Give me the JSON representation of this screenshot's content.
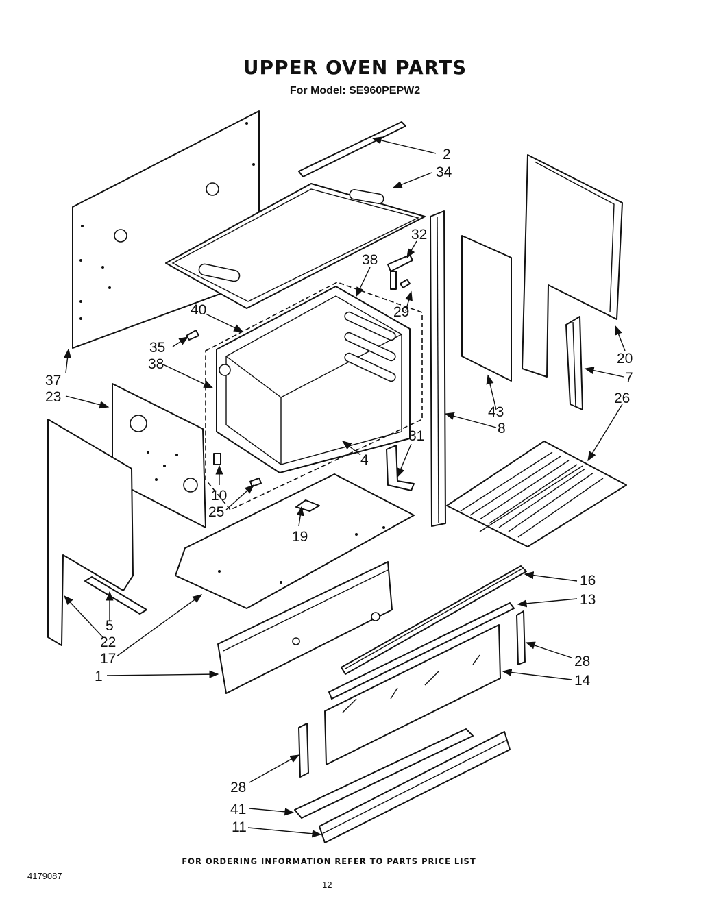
{
  "header": {
    "title": "UPPER OVEN PARTS",
    "subtitle": "For Model: SE960PEPW2"
  },
  "callouts": {
    "c2": "2",
    "c34": "34",
    "c32": "32",
    "c38a": "38",
    "c29": "29",
    "c40": "40",
    "c35": "35",
    "c38b": "38",
    "c20": "20",
    "c7": "7",
    "c37": "37",
    "c23": "23",
    "c26": "26",
    "c43": "43",
    "c8": "8",
    "c31": "31",
    "c4": "4",
    "c10": "10",
    "c25": "25",
    "c19": "19",
    "c16": "16",
    "c13": "13",
    "c5": "5",
    "c22": "22",
    "c17": "17",
    "c28a": "28",
    "c14": "14",
    "c1": "1",
    "c28b": "28",
    "c41": "41",
    "c11": "11"
  },
  "footer": {
    "note": "FOR ORDERING INFORMATION REFER TO PARTS PRICE LIST",
    "doc_number": "4179087",
    "page_number": "12"
  }
}
